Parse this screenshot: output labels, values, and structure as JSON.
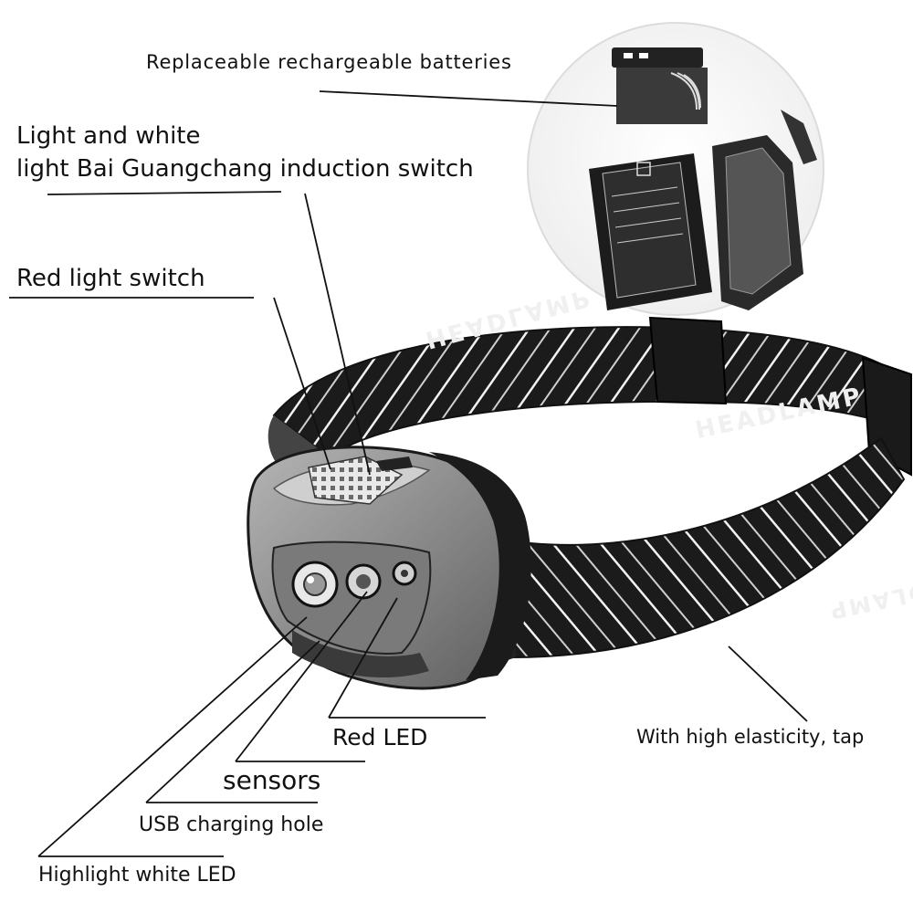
{
  "labels": {
    "batteries": "Replaceable rechargeable batteries",
    "induction_line1": "Light and white",
    "induction_line2": "light Bai Guangchang induction switch",
    "red_switch": "Red light switch",
    "red_led": "Red LED",
    "sensors": "sensors",
    "usb": "USB charging hole",
    "white_led": "Highlight white LED",
    "elasticity": "With high elasticity, tap"
  },
  "strap_text": "HEADLAMP",
  "colors": {
    "background": "#ffffff",
    "ink": "#111111",
    "strap_dark": "#1a1a1a",
    "housing": "#8a8a8a"
  }
}
